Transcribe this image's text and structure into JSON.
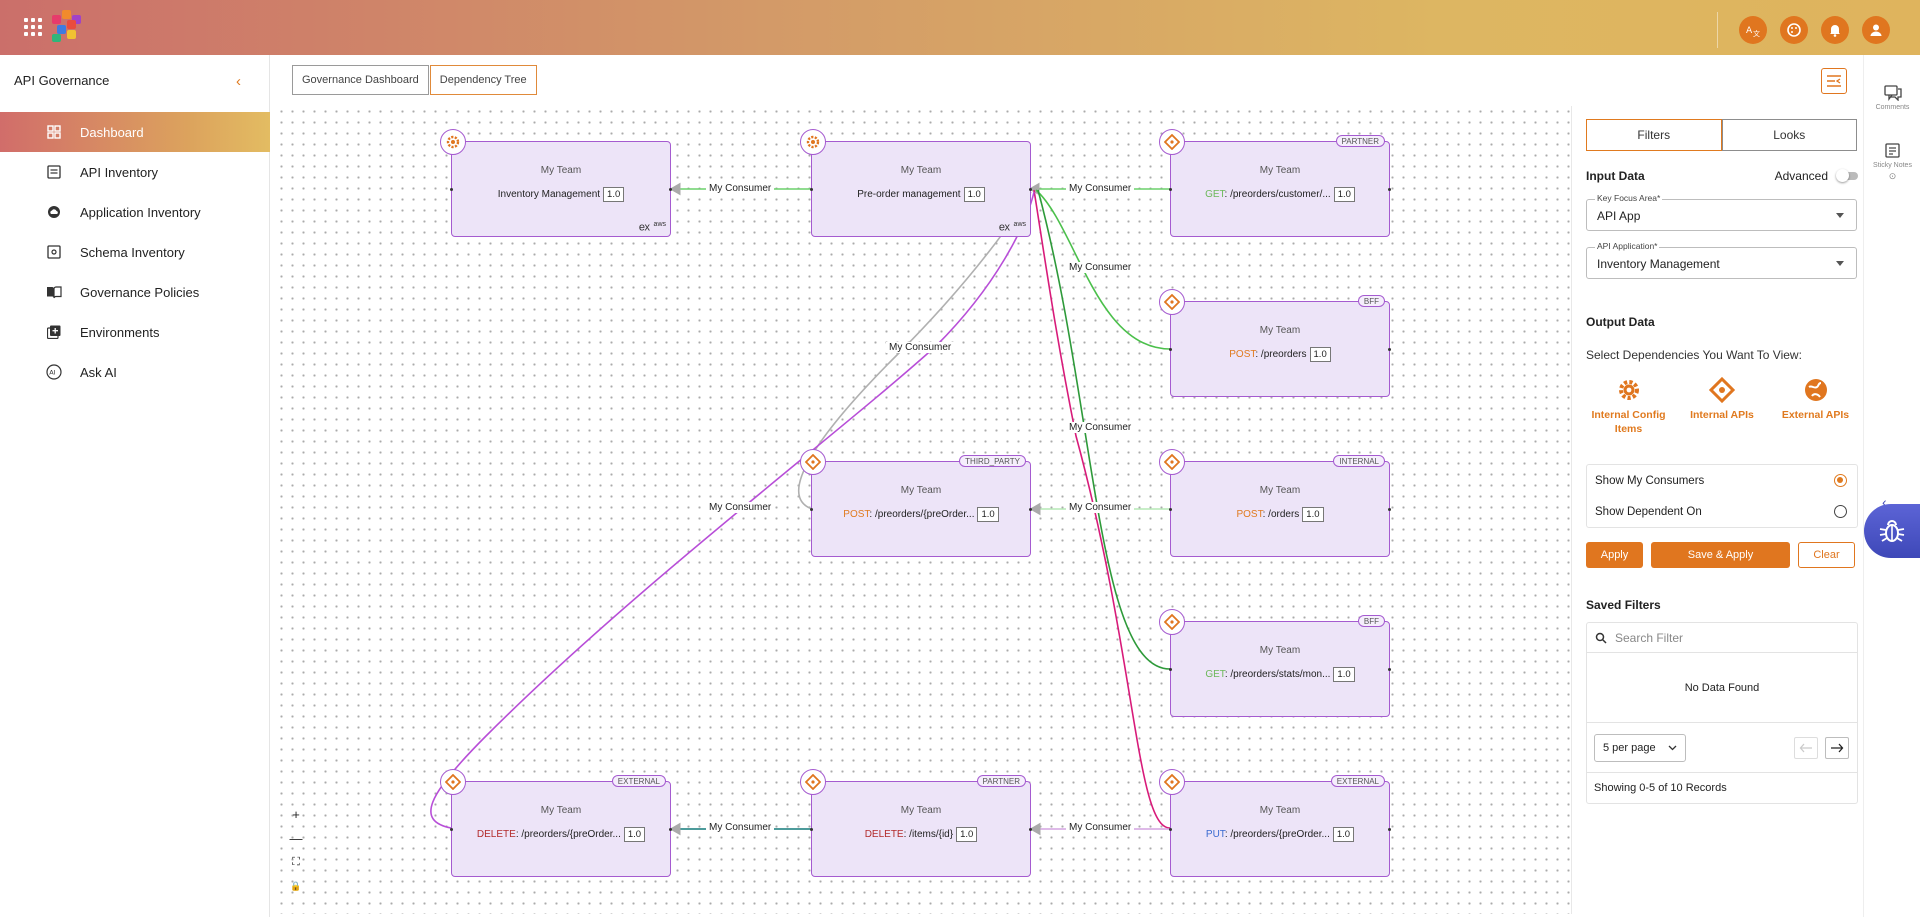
{
  "app": {
    "brand_colors": {
      "accent": "#e0761f",
      "node_border": "#a55bd0",
      "node_fill": "#ede4f8"
    }
  },
  "topbar": {
    "icons": [
      "apps-grid-icon",
      "translate-icon",
      "palette-icon",
      "bell-icon",
      "user-icon"
    ]
  },
  "sidebar": {
    "title": "API Governance",
    "items": [
      {
        "label": "Dashboard",
        "icon": "dashboard-icon",
        "active": true
      },
      {
        "label": "API Inventory",
        "icon": "api-inventory-icon"
      },
      {
        "label": "Application Inventory",
        "icon": "cloud-icon"
      },
      {
        "label": "Schema Inventory",
        "icon": "schema-icon"
      },
      {
        "label": "Governance Policies",
        "icon": "book-icon"
      },
      {
        "label": "Environments",
        "icon": "add-box-icon"
      },
      {
        "label": "Ask AI",
        "icon": "ai-icon"
      }
    ]
  },
  "tabs": [
    {
      "label": "Governance Dashboard"
    },
    {
      "label": "Dependency Tree",
      "active": true
    }
  ],
  "graph": {
    "nodes": [
      {
        "id": "n1",
        "team": "My Team",
        "method": "",
        "label": "Inventory Management",
        "version": "1.0",
        "tag": "",
        "icon": "gear-icon",
        "brand": "ex aws"
      },
      {
        "id": "n2",
        "team": "My Team",
        "method": "",
        "label": "Pre-order management",
        "version": "1.0",
        "tag": "",
        "icon": "gear-icon",
        "brand": "ex aws"
      },
      {
        "id": "n3",
        "team": "My Team",
        "method": "GET",
        "label": ": /preorders/customer/...",
        "version": "1.0",
        "tag": "PARTNER",
        "icon": "api-icon"
      },
      {
        "id": "n4",
        "team": "My Team",
        "method": "POST",
        "label": ": /preorders",
        "version": "1.0",
        "tag": "BFF",
        "icon": "api-icon"
      },
      {
        "id": "n5",
        "team": "My Team",
        "method": "POST",
        "label": ": /preorders/{preOrder...",
        "version": "1.0",
        "tag": "THIRD_PARTY",
        "icon": "api-icon"
      },
      {
        "id": "n6",
        "team": "My Team",
        "method": "POST",
        "label": ": /orders",
        "version": "1.0",
        "tag": "INTERNAL",
        "icon": "api-icon"
      },
      {
        "id": "n7",
        "team": "My Team",
        "method": "GET",
        "label": ": /preorders/stats/mon...",
        "version": "1.0",
        "tag": "BFF",
        "icon": "api-icon"
      },
      {
        "id": "n8",
        "team": "My Team",
        "method": "DELETE",
        "label": ": /preorders/{preOrder...",
        "version": "1.0",
        "tag": "EXTERNAL",
        "icon": "api-icon"
      },
      {
        "id": "n9",
        "team": "My Team",
        "method": "DELETE",
        "label": ": /items/{id}",
        "version": "1.0",
        "tag": "PARTNER",
        "icon": "api-icon"
      },
      {
        "id": "n10",
        "team": "My Team",
        "method": "PUT",
        "label": ": /preorders/{preOrder...",
        "version": "1.0",
        "tag": "EXTERNAL",
        "icon": "api-icon"
      }
    ],
    "edge_label": "My Consumer",
    "zoom_controls": [
      "+",
      "—",
      "⛶",
      "🔒"
    ]
  },
  "panel": {
    "tabs": [
      "Filters",
      "Looks"
    ],
    "input_title": "Input Data",
    "advanced_label": "Advanced",
    "key_focus": {
      "label": "Key Focus Area*",
      "value": "API App"
    },
    "api_app": {
      "label": "API Application*",
      "value": "Inventory Management"
    },
    "output_title": "Output Data",
    "select_text": "Select Dependencies You Want To View:",
    "deps": [
      {
        "label": "Internal Config Items",
        "icon": "gear-icon"
      },
      {
        "label": "Internal APIs",
        "icon": "api-icon"
      },
      {
        "label": "External APIs",
        "icon": "globe-icon"
      }
    ],
    "radios": [
      {
        "label": "Show My Consumers",
        "selected": true
      },
      {
        "label": "Show Dependent On",
        "selected": false
      }
    ],
    "buttons": {
      "apply": "Apply",
      "save_apply": "Save & Apply",
      "clear": "Clear"
    },
    "saved_title": "Saved Filters",
    "search_placeholder": "Search Filter",
    "no_data": "No Data Found",
    "per_page": "5 per page",
    "showing": "Showing 0-5 of 10 Records"
  },
  "rail": {
    "comments": "Comments",
    "sticky": "Sticky Notes"
  }
}
